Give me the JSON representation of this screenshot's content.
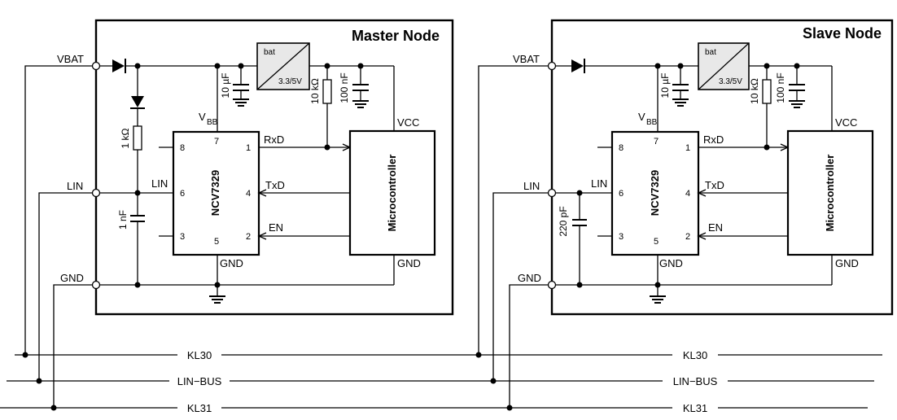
{
  "master": {
    "title": "Master Node",
    "vbat": "VBAT",
    "lin": "LIN",
    "gnd": "GND",
    "resistor_1k": "1 kΩ",
    "cap_1n": "1 nF",
    "cap_10u": "10 µF",
    "reg_top": "bat",
    "reg_bottom": "3.3/5V",
    "resistor_10k": "10 kΩ",
    "cap_100n": "100 nF",
    "vbb": "V",
    "vbb_sub": "BB",
    "chip": "NCV7329",
    "chip_lin": "LIN",
    "chip_gnd": "GND",
    "rxd": "RxD",
    "txd": "TxD",
    "en": "EN",
    "vcc": "VCC",
    "mcu": "Microcontroller",
    "mcu_gnd": "GND",
    "pins": [
      "8",
      "7",
      "1",
      "6",
      "4",
      "3",
      "5",
      "2"
    ]
  },
  "slave": {
    "title": "Slave Node",
    "vbat": "VBAT",
    "lin": "LIN",
    "gnd": "GND",
    "cap_220p": "220 pF",
    "cap_10u": "10 µF",
    "reg_top": "bat",
    "reg_bottom": "3.3/5V",
    "resistor_10k": "10 kΩ",
    "cap_100n": "100 nF",
    "vbb": "V",
    "vbb_sub": "BB",
    "chip": "NCV7329",
    "chip_lin": "LIN",
    "chip_gnd": "GND",
    "rxd": "RxD",
    "txd": "TxD",
    "en": "EN",
    "vcc": "VCC",
    "mcu": "Microcontroller",
    "mcu_gnd": "GND",
    "pins": [
      "8",
      "7",
      "1",
      "6",
      "4",
      "3",
      "5",
      "2"
    ]
  },
  "buses": {
    "kl30": "KL30",
    "linbus": "LIN−BUS",
    "kl31": "KL31"
  }
}
